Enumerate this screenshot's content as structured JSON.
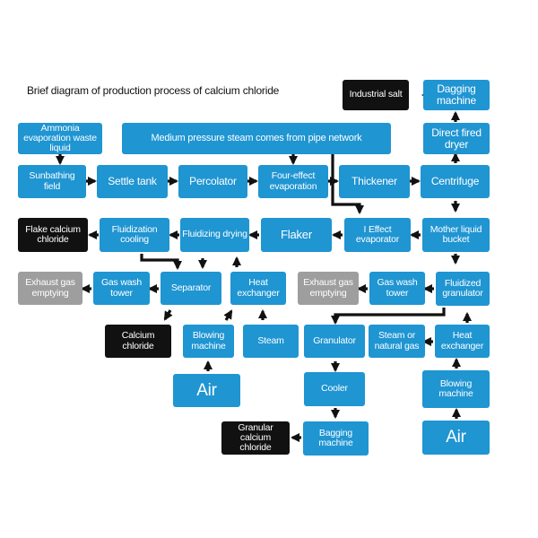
{
  "title": "Brief diagram of production process of calcium chloride",
  "nodes": {
    "industrial_salt": "Industrial salt",
    "dagging_machine": "Dagging machine",
    "ammonia_waste": "Ammonia evaporation waste liquid",
    "steam_network": "Medium pressure steam comes from pipe network",
    "direct_fired_dryer": "Direct fired dryer",
    "sunbathing_field": "Sunbathing field",
    "settle_tank": "Settle tank",
    "percolator": "Percolator",
    "four_effect": "Four-effect evaporation",
    "thickener": "Thickener",
    "centrifuge": "Centrifuge",
    "flake_cacl": "Flake calcium chloride",
    "fluidization_cooling": "Fluidization cooling",
    "fluidizing_drying": "Fluidizing drying",
    "flaker": "Flaker",
    "i_effect": "I Effect evaporator",
    "mother_liquid": "Mother liquid bucket",
    "exhaust_left": "Exhaust gas emptying",
    "gas_wash_left": "Gas wash tower",
    "separator": "Separator",
    "heat_exchanger_left": "Heat exchanger",
    "exhaust_right": "Exhaust gas emptying",
    "gas_wash_right": "Gas wash tower",
    "fluidized_granulator": "Fluidized granulator",
    "calcium_chloride": "Calcium chloride",
    "blowing_machine_left": "Blowing machine",
    "steam": "Steam",
    "granulator": "Granulator",
    "steam_or_gas": "Steam or natural gas",
    "heat_exchanger_right": "Heat exchanger",
    "air_left": "Air",
    "cooler": "Cooler",
    "blowing_machine_right": "Blowing machine",
    "granular_cacl": "Granular calcium chloride",
    "bagging_machine": "Bagging machine",
    "air_right": "Air"
  },
  "colors": {
    "process": "#1f95d2",
    "product": "#111111",
    "exhaust": "#9e9e9e",
    "arrow": "#111111"
  }
}
